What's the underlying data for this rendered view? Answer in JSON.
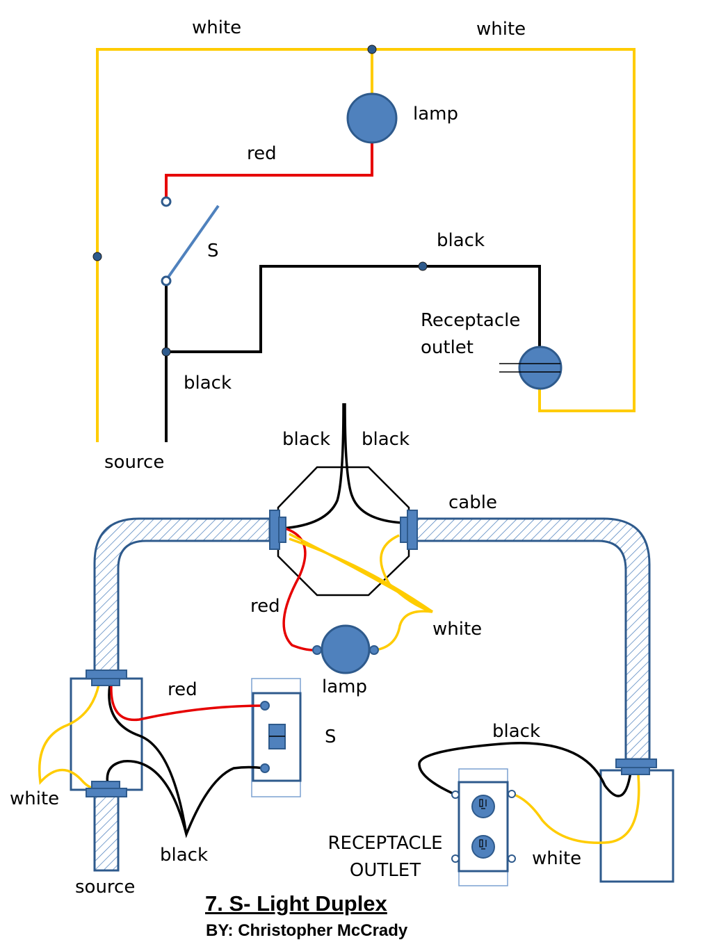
{
  "schematic": {
    "top_left_white": "white",
    "top_right_white": "white",
    "lamp": "lamp",
    "red": "red",
    "switch": "S",
    "black_right": "black",
    "receptacle": "Receptacle\noutlet",
    "black_left": "black",
    "source": "source"
  },
  "wiring": {
    "junction_black_left": "black",
    "junction_black_right": "black",
    "cable": "cable",
    "red_upper": "red",
    "white_right": "white",
    "lamp": "lamp",
    "red_lower": "red",
    "switch": "S",
    "black_receptacle": "black",
    "white_left": "white",
    "receptacle": "RECEPTACLE\nOUTLET",
    "white_receptacle": "white",
    "black_bottom": "black",
    "source": "source"
  },
  "footer": {
    "title": "7.  S- Light Duplex",
    "author": "BY: Christopher McCrady"
  },
  "colors": {
    "white_wire": "#FFCC00",
    "black_wire": "#000000",
    "red_wire": "#E60000",
    "device_fill": "#4F81BD",
    "device_stroke": "#2E5A8C"
  }
}
